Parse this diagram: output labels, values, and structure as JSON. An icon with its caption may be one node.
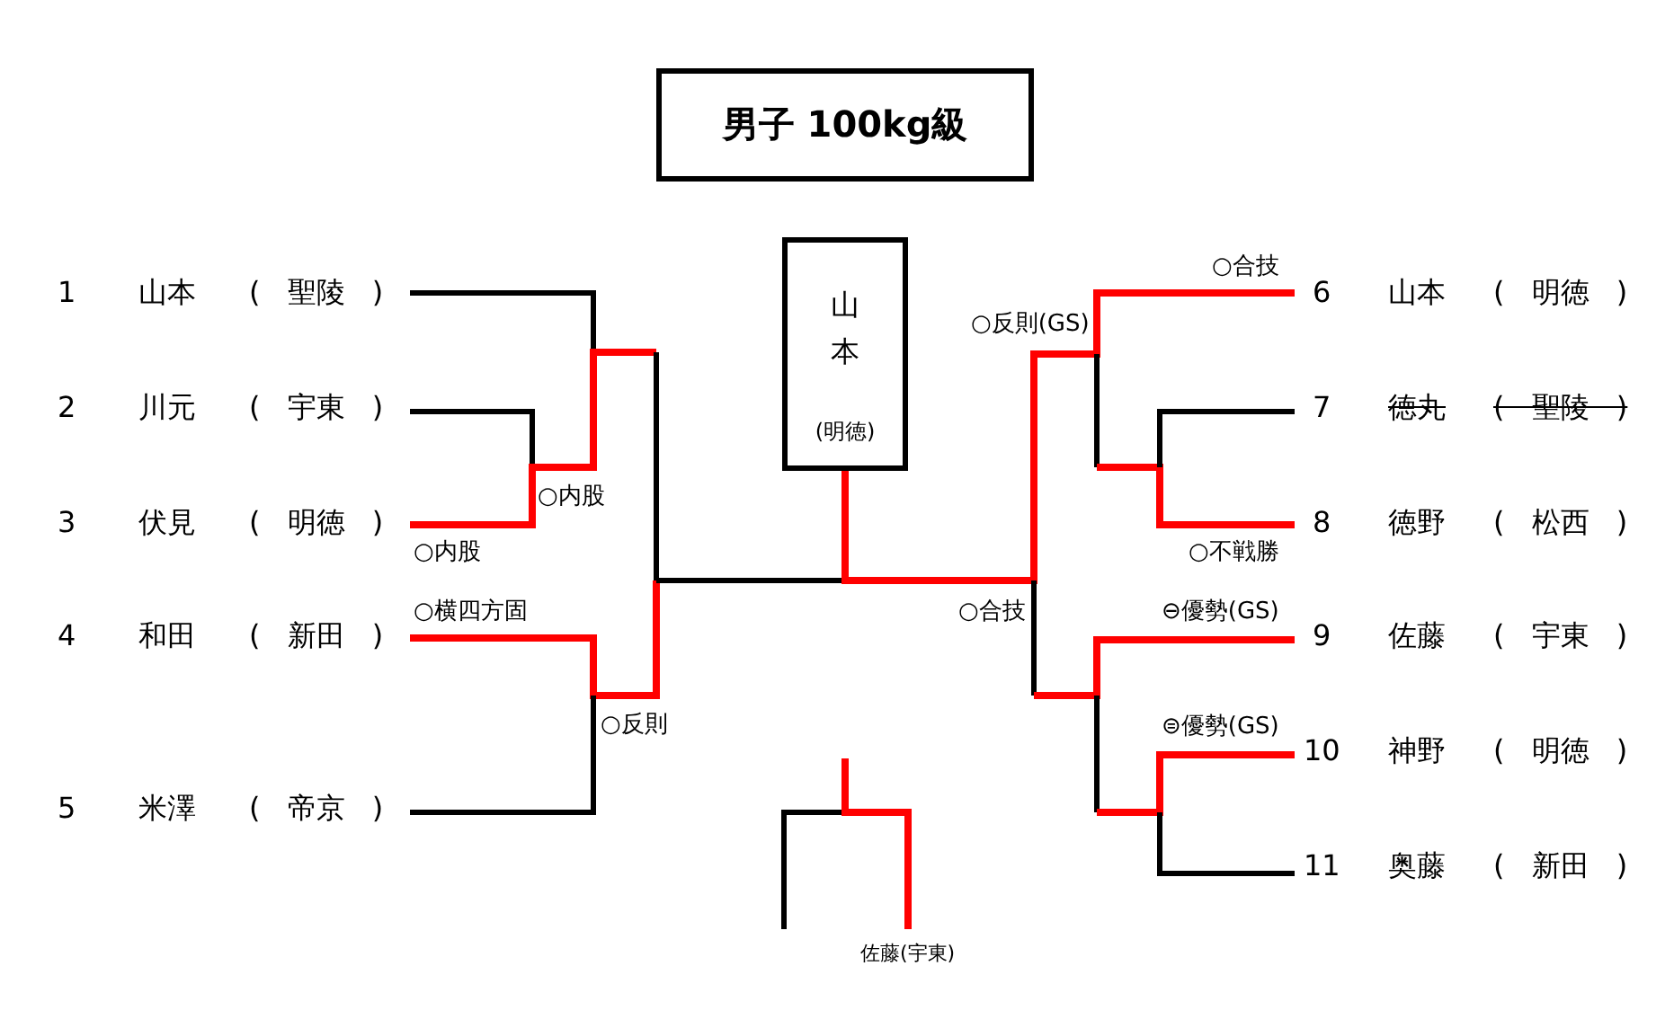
{
  "diagram": {
    "nodes": [
      {
        "text": [
          "男子 100kg級"
        ]
      },
      {
        "text": [
          "山本",
          "(明徳)"
        ]
      }
    ],
    "labels": [
      "○合技",
      "1",
      "山本",
      "( 聖陵 )",
      "6",
      "山本",
      "( 明徳 )",
      "○反則(GS)",
      "2",
      "川元",
      "( 宇東 )",
      "7",
      "徳丸",
      "( 聖陵 )",
      "○内股",
      "3",
      "伏見",
      "( 明徳 )",
      "8",
      "徳野",
      "( 松西 )",
      "○内股",
      "○不戦勝",
      "○横四方固",
      "○合技",
      "⊖優勢(GS)",
      "4",
      "和田",
      "( 新田 )",
      "9",
      "佐藤",
      "( 宇東 )",
      "○反則",
      "⊜優勢(GS)",
      "10",
      "神野",
      "( 明徳 )",
      "5",
      "米澤",
      "( 帝京 )",
      "11",
      "奥藤",
      "( 新田 )",
      "佐藤(宇東)"
    ]
  }
}
